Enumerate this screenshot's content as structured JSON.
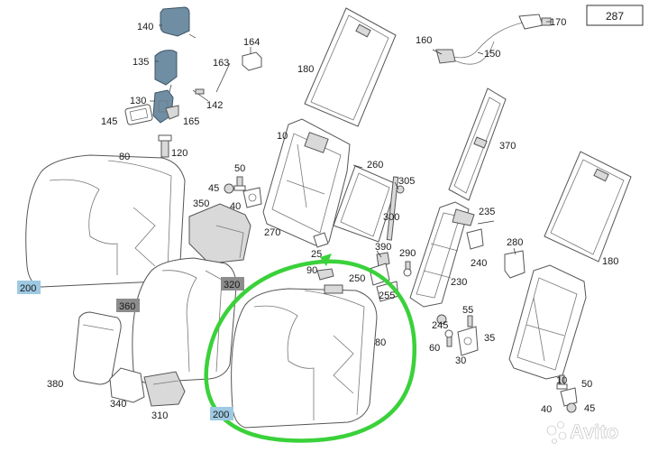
{
  "page_number": "287",
  "watermark": "Avito",
  "labels": {
    "l140": "140",
    "l135": "135",
    "l130": "130",
    "l145": "145",
    "l165": "165",
    "l120": "120",
    "l164": "164",
    "l163": "163",
    "l142": "142",
    "l180a": "180",
    "l160": "160",
    "l150": "150",
    "l170": "170",
    "l80a": "80",
    "l10a": "10",
    "l50a": "50",
    "l45a": "45",
    "l40a": "40",
    "l260": "260",
    "l305": "305",
    "l300": "300",
    "l370": "370",
    "l350": "350",
    "l270": "270",
    "l25a": "25",
    "l390": "390",
    "l290": "290",
    "l235": "235",
    "l240": "240",
    "l280": "280",
    "l180b": "180",
    "l90": "90",
    "l250": "250",
    "l255": "255",
    "l230": "230",
    "l200a": "200",
    "l360": "360",
    "l320": "320",
    "l80b": "80",
    "l245": "245",
    "l55": "55",
    "l60": "60",
    "l35": "35",
    "l30": "30",
    "l10b": "10",
    "l380": "380",
    "l340": "340",
    "l310": "310",
    "l200b": "200",
    "l50b": "50",
    "l40b": "40",
    "l45b": "45"
  },
  "colors": {
    "highlight_blue": "#9ec9e2",
    "highlight_grey": "#8c8c8c",
    "circle_marker": "#3ad13a"
  }
}
